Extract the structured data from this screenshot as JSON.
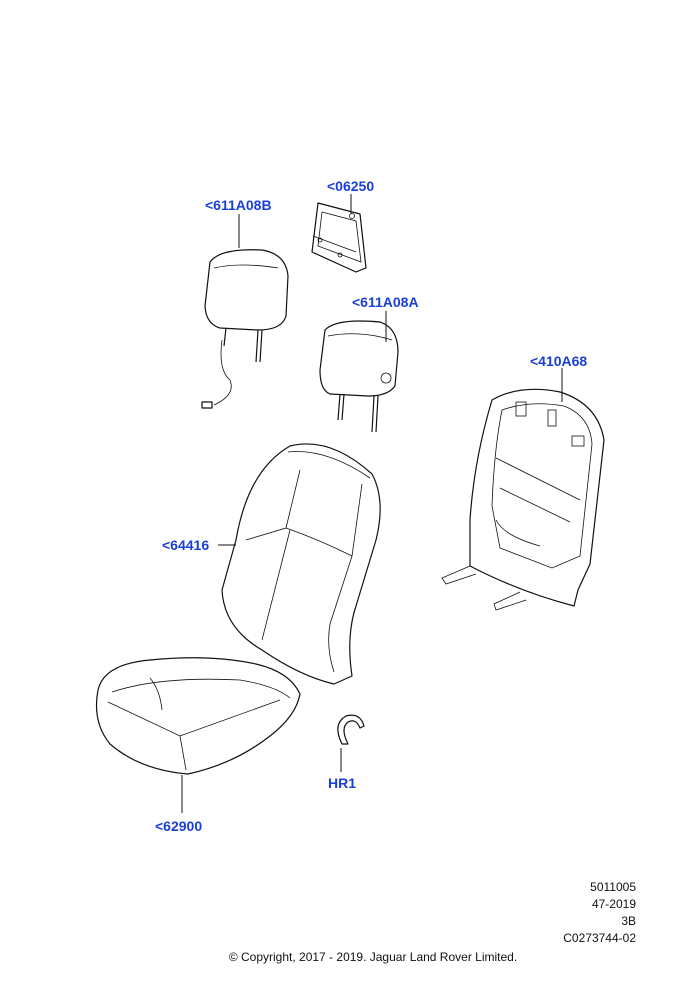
{
  "callouts": {
    "headrest_left": "<611A08B",
    "bracket": "<06250",
    "headrest_right": "<611A08A",
    "backrest_frame": "<410A68",
    "backrest_cover": "<64416",
    "cushion": "<62900",
    "clip": "HR1"
  },
  "meta": {
    "line1": "5011005",
    "line2": "47-2019",
    "line3": "3B",
    "line4": "C0273744-02"
  },
  "copyright": "© Copyright, 2017 - 2019. Jaguar Land Rover Limited.",
  "colors": {
    "callout": "#1a3fd6",
    "line": "#111111"
  }
}
